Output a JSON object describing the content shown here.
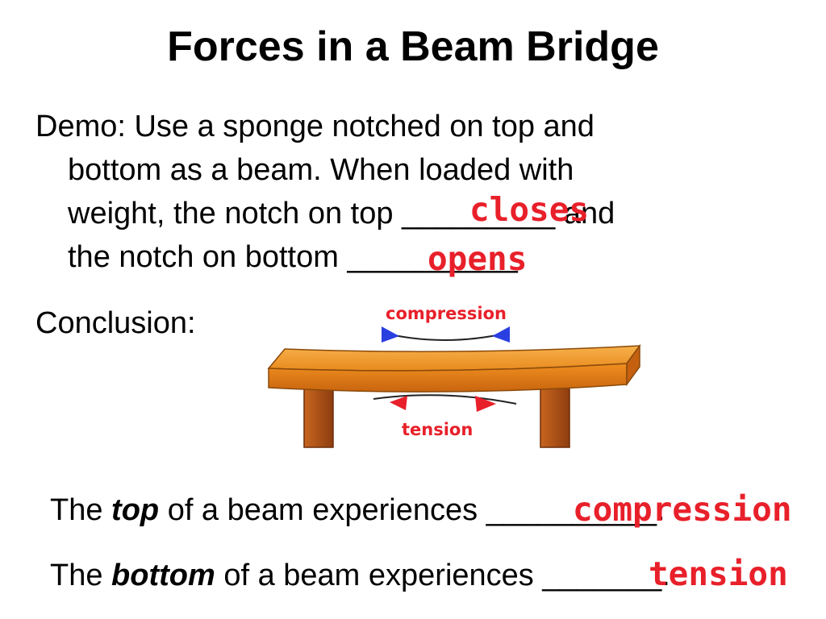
{
  "slide": {
    "title": "Forces in a Beam Bridge"
  },
  "demo": {
    "line1": "Demo:  Use a sponge notched on top and",
    "line2": "bottom as a beam.  When loaded with",
    "line3_before": "weight, the notch on top",
    "line3_blank": "_________",
    "line3_after": "and",
    "line4_before": "the notch on bottom",
    "line4_blank": "__________.",
    "answer_top": "closes",
    "answer_bottom": "opens"
  },
  "conclusion": {
    "label": "Conclusion:"
  },
  "diagram": {
    "top_label": "compression",
    "bottom_label": "tension",
    "beam_color": "#e88a1e",
    "support_color": "#b5561a",
    "arrow_top_color": "#2a3fe0",
    "arrow_bottom_color": "#e8202a"
  },
  "sentences": {
    "s1_prefix": "The",
    "s1_emph": "top",
    "s1_mid": "of a beam experiences",
    "s1_blank": "__________.",
    "s1_answer": "compression",
    "s2_prefix": "The",
    "s2_emph": "bottom",
    "s2_mid": "of a beam experiences",
    "s2_blank": "_______.",
    "s2_answer": "tension"
  },
  "colors": {
    "answer": "#e8202a",
    "text": "#000000"
  }
}
